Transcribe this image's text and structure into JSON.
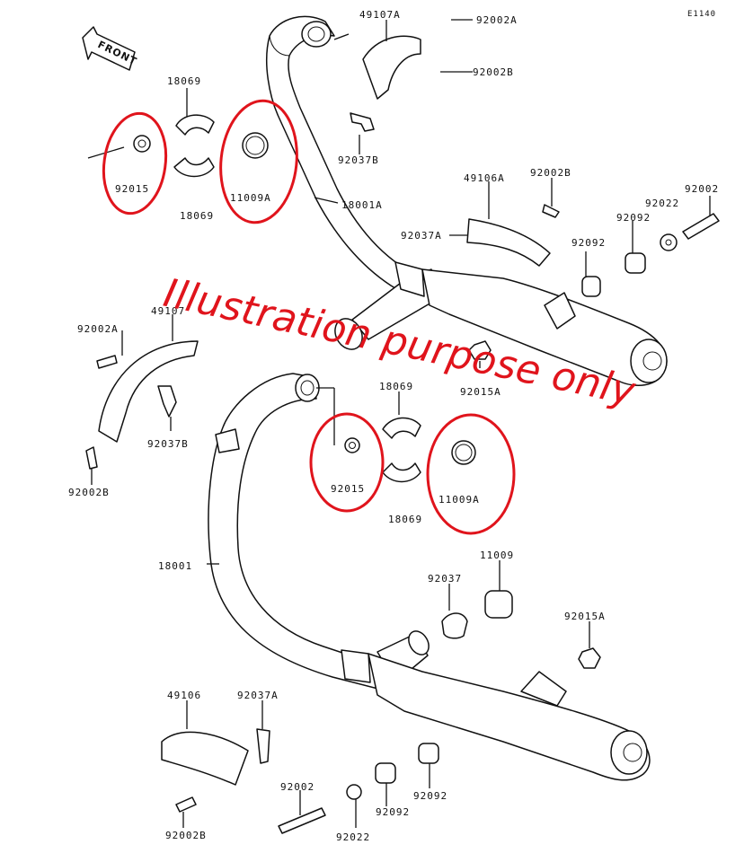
{
  "diagram_code": "E1140",
  "front_label": "FRONT",
  "watermark": "Illustration purpose only",
  "watermark_color": "#e0141c",
  "circle_color": "#e0141c",
  "labels": {
    "p49107A": "49107A",
    "p92002A_top": "92002A",
    "p92002B_top": "92002B",
    "p18069_top_upper": "18069",
    "p18069_top_lower": "18069",
    "p92015_top": "92015",
    "p11009A_top": "11009A",
    "p92037B_top": "92037B",
    "p18001A": "18001A",
    "p49106A": "49106A",
    "p92002B_mid": "92002B",
    "p92022_top": "92022",
    "p92002_top": "92002",
    "p92092_top_a": "92092",
    "p92092_top_b": "92092",
    "p92037A_top": "92037A",
    "p92015A_top": "92015A",
    "p92002A_left": "92002A",
    "p49107": "49107",
    "p92037B_left": "92037B",
    "p92002B_left": "92002B",
    "p18069_bottom_upper": "18069",
    "p18069_bottom_lower": "18069",
    "p92015_bottom": "92015",
    "p11009A_bottom": "11009A",
    "p18001": "18001",
    "p92037": "92037",
    "p11009": "11009",
    "p92015A_bottom": "92015A",
    "p49106": "49106",
    "p92037A_bottom": "92037A",
    "p92002_bottom": "92002",
    "p92092_bottom_a": "92092",
    "p92092_bottom_b": "92092",
    "p92002B_bottom": "92002B",
    "p92022_bottom": "92022"
  }
}
